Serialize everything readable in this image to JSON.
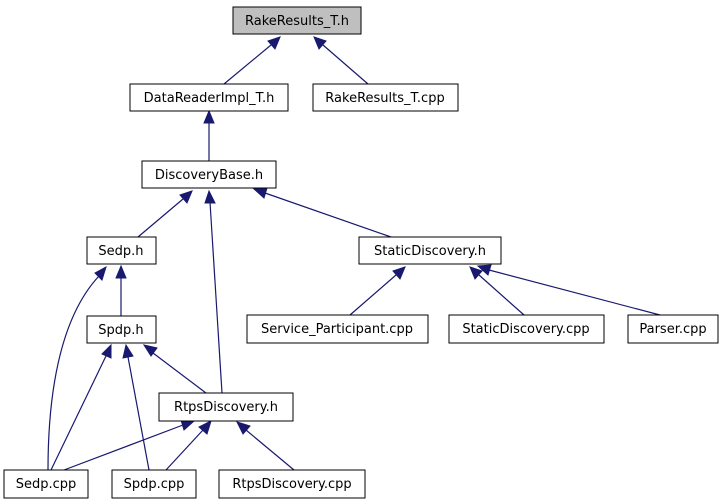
{
  "colors": {
    "edge": "#191970",
    "node_fill": "#ffffff",
    "root_fill": "#bfbfbf",
    "node_border": "#000000"
  },
  "nodes": {
    "rake_results_h": "RakeResults_T.h",
    "data_reader_impl_h": "DataReaderImpl_T.h",
    "rake_results_cpp": "RakeResults_T.cpp",
    "discovery_base_h": "DiscoveryBase.h",
    "sedp_h": "Sedp.h",
    "static_discovery_h": "StaticDiscovery.h",
    "spdp_h": "Spdp.h",
    "service_participant_cpp": "Service_Participant.cpp",
    "static_discovery_cpp": "StaticDiscovery.cpp",
    "parser_cpp": "Parser.cpp",
    "rtps_discovery_h": "RtpsDiscovery.h",
    "sedp_cpp": "Sedp.cpp",
    "spdp_cpp": "Spdp.cpp",
    "rtps_discovery_cpp": "RtpsDiscovery.cpp"
  }
}
